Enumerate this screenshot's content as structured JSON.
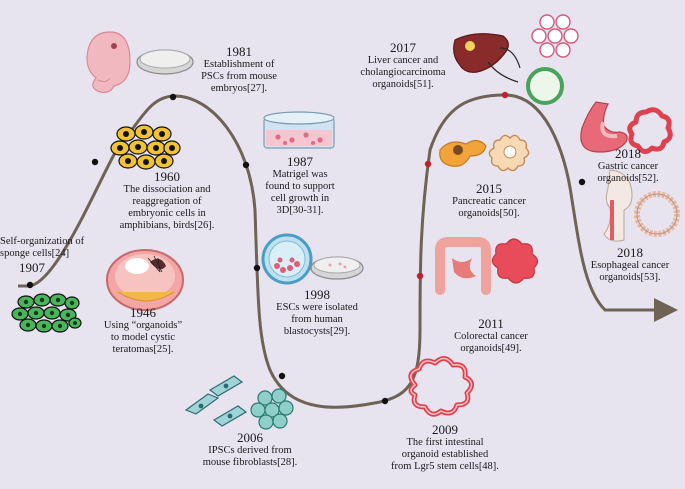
{
  "colors": {
    "background": "#e7e4f0",
    "timeline": "#6e6354",
    "milestone_dot": "#111111",
    "cancer_dot": "#c0202a"
  },
  "events": {
    "e1907": {
      "year": "1907",
      "lines": [
        "Self-organization of",
        "sponge cells[24]"
      ]
    },
    "e1946": {
      "year": "1946",
      "lines": [
        "Using “organoids”",
        "to model cystic",
        "teratomas[25]."
      ]
    },
    "e1960": {
      "year": "1960",
      "lines": [
        "The dissociation and",
        "reaggregation of",
        "embryonic cells in",
        "amphibians, birds[26]."
      ]
    },
    "e1981": {
      "year": "1981",
      "lines": [
        "Establishment of",
        "PSCs from mouse",
        "embryos[27]."
      ]
    },
    "e1987": {
      "year": "1987",
      "lines": [
        "Matrigel was",
        "found to support",
        "cell growth in",
        "3D[30-31]."
      ]
    },
    "e1998": {
      "year": "1998",
      "lines": [
        "ESCs were isolated",
        "from human",
        "blastocysts[29]."
      ]
    },
    "e2006": {
      "year": "2006",
      "lines": [
        "IPSCs derived from",
        "mouse fibroblasts[28]."
      ]
    },
    "e2009": {
      "year": "2009",
      "lines": [
        "The first intestinal",
        "organoid established",
        "from Lgr5 stem cells[48]."
      ]
    },
    "e2011": {
      "year": "2011",
      "lines": [
        "Colorectal cancer",
        "organoids[49]."
      ]
    },
    "e2015": {
      "year": "2015",
      "lines": [
        "Pancreatic cancer",
        "organoids[50]."
      ]
    },
    "e2017": {
      "year": "2017",
      "lines": [
        "Liver cancer and",
        "cholangiocarcinoma",
        "organoids[51]."
      ]
    },
    "e2018a": {
      "year": "2018",
      "lines": [
        "Gastric cancer",
        "organoids[52]."
      ]
    },
    "e2018b": {
      "year": "2018",
      "lines": [
        "Esophageal cancer",
        "organoids[53]."
      ]
    }
  },
  "icons": [
    "sponge-cells-icon",
    "teratoma-icon",
    "embryonic-cells-icon",
    "mouse-embryo-icon",
    "petri-dish-icon",
    "matrigel-dish-icon",
    "blastocyst-icon",
    "fibroblast-icon",
    "ipsc-cluster-icon",
    "intestinal-organoid-icon",
    "colon-icon",
    "colorectal-organoid-icon",
    "pancreas-icon",
    "pancreatic-organoid-icon",
    "liver-icon",
    "liver-organoid-icon",
    "stomach-icon",
    "gastric-organoid-icon",
    "esophagus-icon",
    "esophageal-organoid-icon"
  ]
}
